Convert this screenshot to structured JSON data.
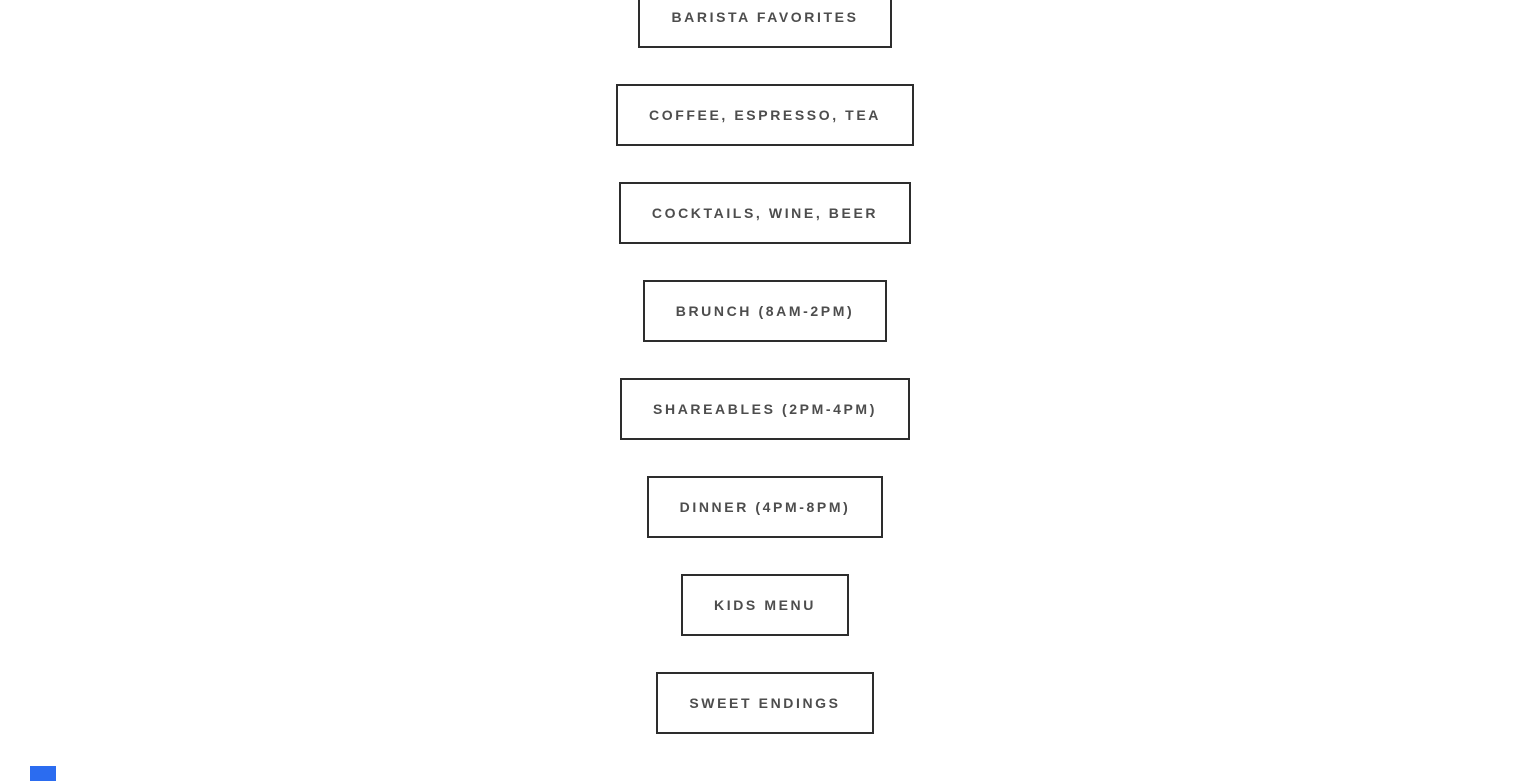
{
  "menu_nav": {
    "buttons": [
      {
        "label": "BARISTA FAVORITES"
      },
      {
        "label": "COFFEE, ESPRESSO, TEA"
      },
      {
        "label": "COCKTAILS, WINE, BEER"
      },
      {
        "label": "BRUNCH (8AM-2PM)"
      },
      {
        "label": "SHAREABLES (2PM-4PM)"
      },
      {
        "label": "DINNER (4PM-8PM)"
      },
      {
        "label": "KIDS MENU"
      },
      {
        "label": "SWEET ENDINGS"
      }
    ]
  },
  "colors": {
    "button_border": "#2d2d2d",
    "button_text": "#4d4d4d",
    "background": "#ffffff",
    "accent_blue": "#2b6cf0"
  }
}
